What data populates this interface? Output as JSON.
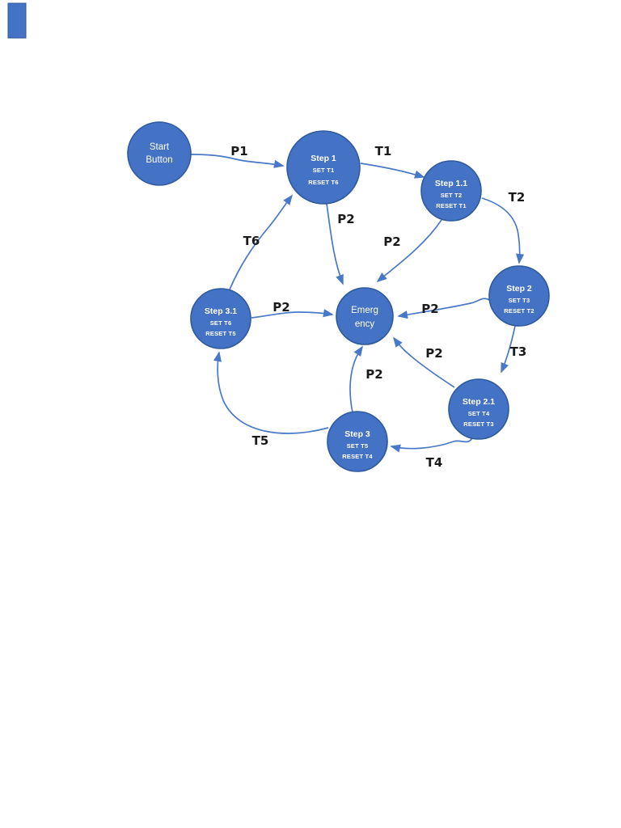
{
  "colors": {
    "node_fill": "#4472C4",
    "node_stroke": "#2F5A9E",
    "connector": "#4779C8",
    "edge_label": "#1a1a1a"
  },
  "nodes": {
    "start": {
      "line1": "Start",
      "line2": "Button"
    },
    "step1": {
      "title": "Step 1",
      "set": "SET T1",
      "reset": "RESET T6"
    },
    "step1_1": {
      "title": "Step 1.1",
      "set": "SET T2",
      "reset": "RESET T1"
    },
    "step2": {
      "title": "Step 2",
      "set": "SET T3",
      "reset": "RESET T2"
    },
    "step2_1": {
      "title": "Step 2.1",
      "set": "SET T4",
      "reset": "RESET T3"
    },
    "step3": {
      "title": "Step 3",
      "set": "SET T5",
      "reset": "RESET T4"
    },
    "step3_1": {
      "title": "Step 3.1",
      "set": "SET T6",
      "reset": "RESET T5"
    },
    "emergency": {
      "line1": "Emerg",
      "line2": "ency"
    }
  },
  "edge_labels": {
    "p1": "P1",
    "t1": "T1",
    "t2": "T2",
    "t3": "T3",
    "t4": "T4",
    "t5": "T5",
    "t6": "T6",
    "p2_from_step1": "P2",
    "p2_from_step1_1": "P2",
    "p2_from_step3_1": "P2",
    "p2_from_step2": "P2",
    "p2_from_step2_1": "P2",
    "p2_from_step3": "P2"
  }
}
